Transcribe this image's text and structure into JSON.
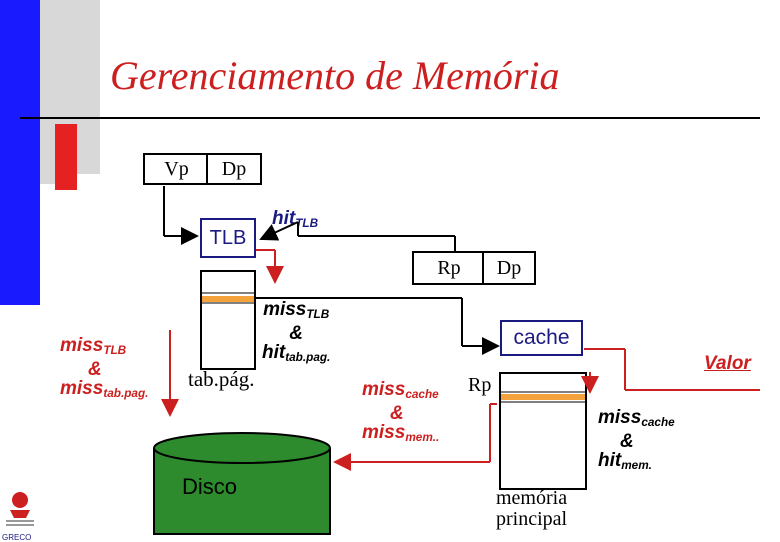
{
  "title": "Gerenciamento de Memória",
  "virtual_address": {
    "vp": "Vp",
    "dp": "Dp"
  },
  "tlb": {
    "label": "TLB"
  },
  "hit_tlb": {
    "main": "hit",
    "sub": "TLB"
  },
  "real_address": {
    "rp": "Rp",
    "dp": "Dp"
  },
  "miss_tlb_hit_pag": {
    "line1_main": "miss",
    "line1_sub": "TLB",
    "amp": "&",
    "line3_main": "hit",
    "line3_sub": "tab.pag."
  },
  "page_table": {
    "label": "tab.pág."
  },
  "miss_tlb_miss_pag": {
    "line1_main": "miss",
    "line1_sub": "TLB",
    "amp": "&",
    "line3_main": "miss",
    "line3_sub": "tab.pag."
  },
  "cache": {
    "label": "cache",
    "rp": "Rp"
  },
  "valor": "Valor",
  "miss_cache_miss_mem": {
    "line1_main": "miss",
    "line1_sub": "cache",
    "amp": "&",
    "line3_main": "miss",
    "line3_sub": "mem.."
  },
  "miss_cache_hit_mem": {
    "line1_main": "miss",
    "line1_sub": "cache",
    "amp": "&",
    "line3_main": "hit",
    "line3_sub": "mem."
  },
  "disk": {
    "label": "Disco"
  },
  "main_memory": {
    "line1": "memória",
    "line2": "principal"
  },
  "logo": {
    "text": "GRECO"
  },
  "colors": {
    "accent_red": "#cc1f1f",
    "blue": "#1a1a80",
    "orange": "#f4a23c",
    "disk_green": "#2d8a2d",
    "bar_blue": "#1a1aff"
  }
}
